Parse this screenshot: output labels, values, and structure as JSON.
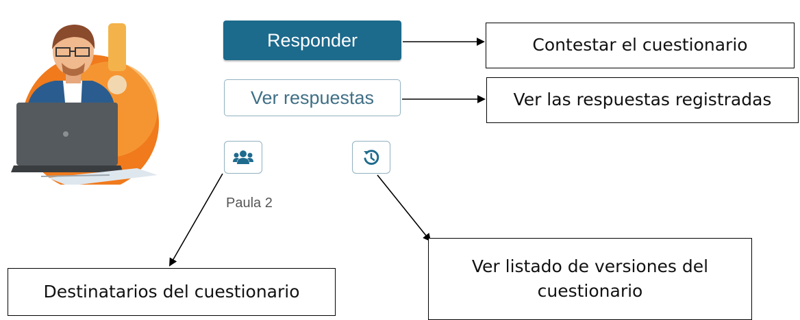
{
  "actions": {
    "respond_label": "Responder",
    "view_answers_label": "Ver respuestas",
    "recipients_icon": "users-icon",
    "history_icon": "history-icon",
    "user_name": "Paula 2"
  },
  "annotations": {
    "respond": "Contestar el cuestionario",
    "view_answers": "Ver las respuestas registradas",
    "recipients": "Destinatarios del cuestionario",
    "versions": "Ver listado de versiones del cuestionario"
  },
  "colors": {
    "primary": "#1c6a8c",
    "outline": "#8fb0bf",
    "accent_orange": "#f07a1c"
  }
}
